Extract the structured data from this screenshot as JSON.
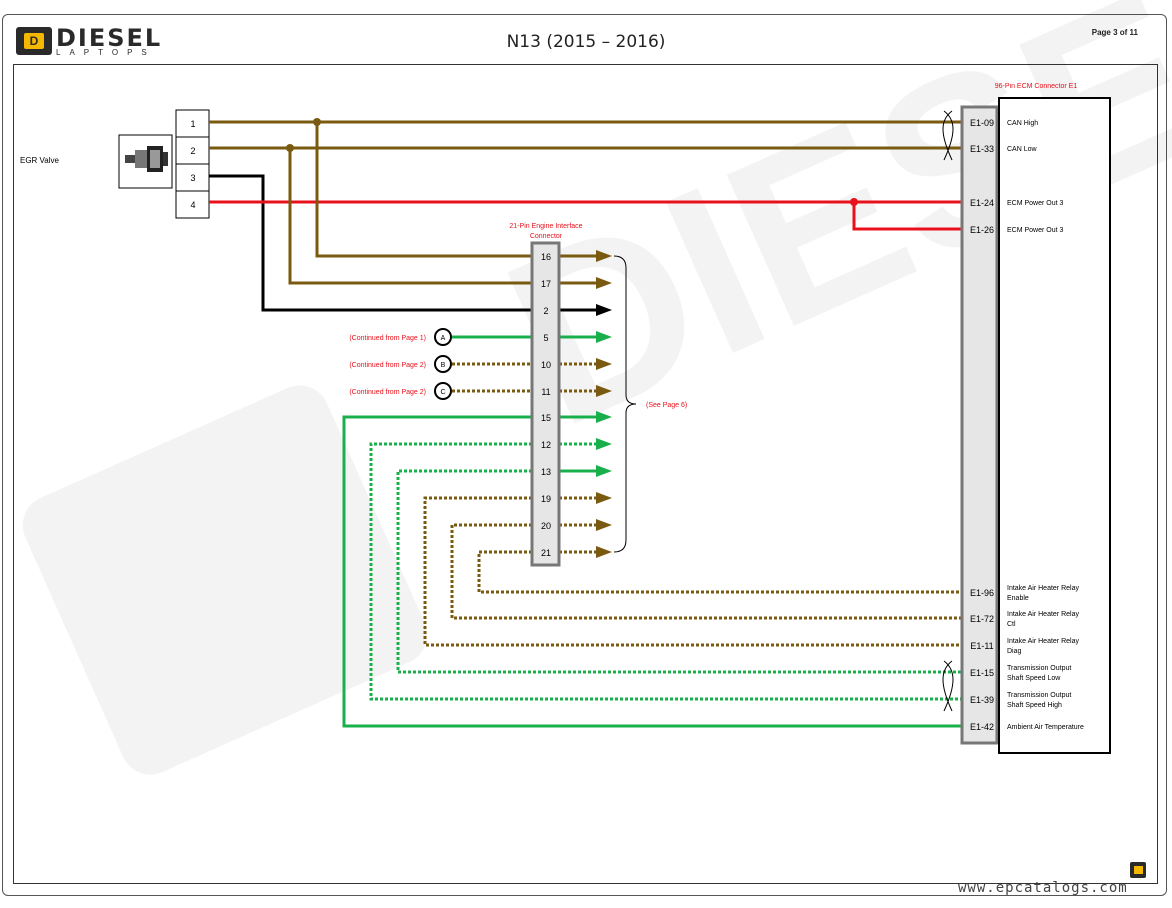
{
  "header": {
    "logo_word": "DIESEL",
    "logo_sub": "LAPTOPS",
    "title": "N13 (2015 – 2016)",
    "page": "Page 3 of 11"
  },
  "footer": {
    "url": "www.epcatalogs.com"
  },
  "colors": {
    "brown": "#7a5a10",
    "red": "#e8101a",
    "black": "#000000",
    "green": "#19b04c",
    "label_red": "#e8101a"
  },
  "egr": {
    "label": "EGR Valve",
    "pins": [
      "1",
      "2",
      "3",
      "4"
    ]
  },
  "ecm": {
    "title": "96-Pin ECM Connector E1",
    "pins": [
      {
        "id": "E1-09",
        "label": "CAN High"
      },
      {
        "id": "E1-33",
        "label": "CAN Low"
      },
      {
        "id": "E1-24",
        "label": "ECM Power Out 3"
      },
      {
        "id": "E1-26",
        "label": "ECM Power Out 3"
      },
      {
        "id": "E1-96",
        "label": "Intake Air Heater Relay Enable"
      },
      {
        "id": "E1-72",
        "label": "Intake Air Heater Relay Ctl"
      },
      {
        "id": "E1-11",
        "label": "Intake Air Heater Relay Diag"
      },
      {
        "id": "E1-15",
        "label": "Transmission Output Shaft Speed Low"
      },
      {
        "id": "E1-39",
        "label": "Transmission Output Shaft Speed High"
      },
      {
        "id": "E1-42",
        "label": "Ambient Air Temperature"
      }
    ]
  },
  "interface": {
    "title": "21-Pin Engine Interface Connector",
    "pins": [
      "16",
      "17",
      "2",
      "5",
      "10",
      "11",
      "15",
      "12",
      "13",
      "19",
      "20",
      "21"
    ],
    "see_page": "(See Page 6)"
  },
  "offpage": [
    {
      "text": "(Continued from Page 1)",
      "ref": "A"
    },
    {
      "text": "(Continued from Page 2)",
      "ref": "B"
    },
    {
      "text": "(Continued from Page 2)",
      "ref": "C"
    }
  ]
}
